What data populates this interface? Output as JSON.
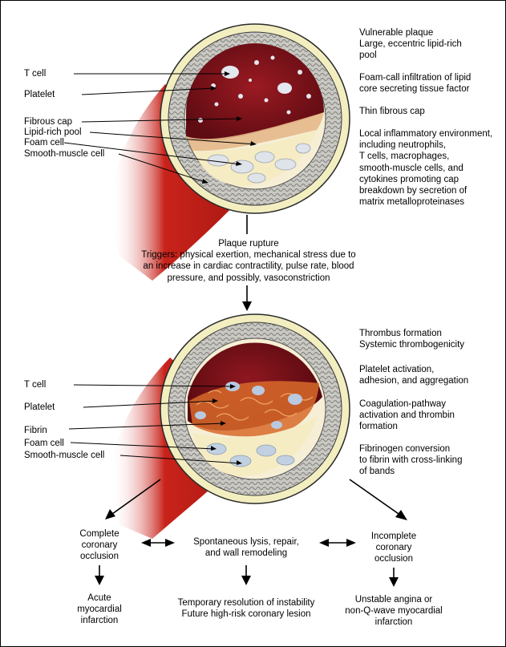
{
  "top_vessel": {
    "left_labels": [
      "T cell",
      "Platelet",
      "Fibrous cap",
      "Lipid-rich pool",
      "Foam cell",
      "Smooth-muscle cell"
    ],
    "right_notes": [
      [
        "Vulnerable plaque",
        "Large, eccentric lipid-rich",
        "pool"
      ],
      [
        "Foam-call infiltration of lipid",
        "core secreting tissue factor"
      ],
      [
        "Thin fibrous cap"
      ],
      [
        "Local inflammatory environment,",
        "including neutrophils,",
        "T cells, macrophages,",
        "smooth-muscle cells, and",
        "cytokines promoting cap",
        "breakdown by secretion of",
        "matrix metalloproteinases"
      ]
    ]
  },
  "rupture": {
    "title": "Plaque rupture",
    "lines": [
      "Triggers: physical exertion, mechanical stress due to",
      "an increase in cardiac contractility, pulse rate, blood",
      "pressure, and possibly, vasoconstriction"
    ]
  },
  "bottom_vessel": {
    "left_labels": [
      "T cell",
      "Platelet",
      "Fibrin",
      "Foam cell",
      "Smooth-muscle cell"
    ],
    "right_notes": [
      [
        "Thrombus formation",
        "Systemic thrombogenicity"
      ],
      [
        "Platelet activation,",
        "adhesion, and aggregation"
      ],
      [
        "Coagulation-pathway",
        "activation and thrombin",
        "formation"
      ],
      [
        "Fibrinogen conversion",
        "to fibrin with cross-linking",
        "of bands"
      ]
    ]
  },
  "outcomes": {
    "left": {
      "state": [
        "Complete",
        "coronary",
        "occlusion"
      ],
      "result": [
        "Acute",
        "myocardial",
        "infarction"
      ]
    },
    "middle": {
      "state": [
        "Spontaneous lysis, repair,",
        "and wall remodeling"
      ],
      "result": [
        "Temporary resolution of instability",
        "Future high-risk coronary lesion"
      ]
    },
    "right": {
      "state": [
        "Incomplete",
        "coronary",
        "occlusion"
      ],
      "result": [
        "Unstable angina or",
        "non-Q-wave myocardial",
        "infarction"
      ]
    }
  }
}
